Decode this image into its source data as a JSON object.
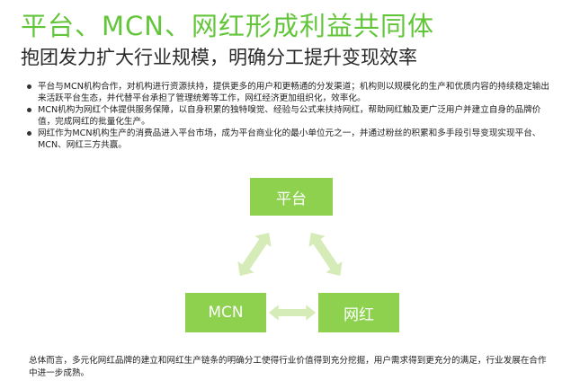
{
  "title": "平台、MCN、网红形成利益共同体",
  "subtitle": "抱团发力扩大行业规模，明确分工提升变现效率",
  "bullets": [
    "平台与MCN机构合作，对机构进行资源扶持，提供更多的用户和更畅通的分发渠道；机构则以规模化的生产和优质内容的持续稳定输出来活跃平台生态，并代替平台承担了管理统筹等工作，网红经济更加组织化，效率化。",
    "MCN机构为网红个体提供服务保障，以自身积累的独特嗅觉、经验与公式来扶持网红，帮助网红触及更广泛用户并建立自身的品牌价值，完成网红的批量化生产。",
    "网红作为MCN机构生产的消费品进入平台市场，成为平台商业化的最小单位元之一，并通过粉丝的积累和多手段引导变现实现平台、MCN、网红三方共赢。"
  ],
  "diagram": {
    "nodes": {
      "top": "平台",
      "left": "MCN",
      "right": "网红"
    },
    "box_color": "#8ed14f",
    "arrow_color": "#d6ecb8"
  },
  "summary": "总体而言，多元化网红品牌的建立和网红生产链条的明确分工使得行业价值得到充分挖掘，用户需求得到更充分的满足，行业发展在合作中进一步成熟。"
}
